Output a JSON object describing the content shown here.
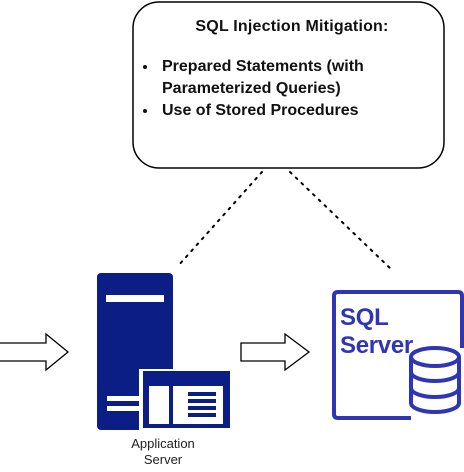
{
  "callout": {
    "title": "SQL Injection Mitigation:",
    "items": [
      "Prepared Statements (with Parameterized Queries)",
      "Use of Stored Procedures"
    ]
  },
  "application_server": {
    "label_line1": "Application",
    "label_line2": "Server"
  },
  "sql_server": {
    "label": "SQL Server"
  },
  "colors": {
    "server_blue": "#0a1e86",
    "sql_blue": "#2f35b5"
  }
}
